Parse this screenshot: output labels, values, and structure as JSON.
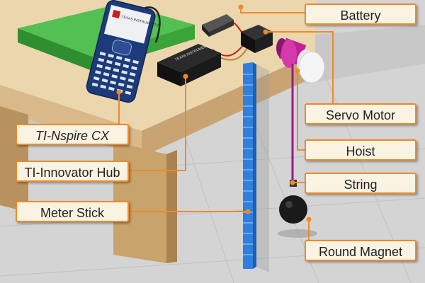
{
  "labels": {
    "battery": "Battery",
    "servo_motor": "Servo Motor",
    "hoist": "Hoist",
    "string": "String",
    "round_magnet": "Round Magnet",
    "calculator": "TI-Nspire CX",
    "hub": "TI-Innovator Hub",
    "meter_stick": "Meter Stick"
  },
  "device_text": {
    "calculator_brand": "TEXAS INSTRUMENTS",
    "hub_brand": "TEXAS INSTRUMENTS"
  },
  "colors": {
    "callout_line": "#ee8a2a",
    "label_fill": "#fbf3e2",
    "meter_stick": "#2f7fe0",
    "string": "#9a1a86",
    "green_box": "#3caa3c",
    "table_top": "#e9d4ac",
    "floor": "#c9c9c9"
  }
}
